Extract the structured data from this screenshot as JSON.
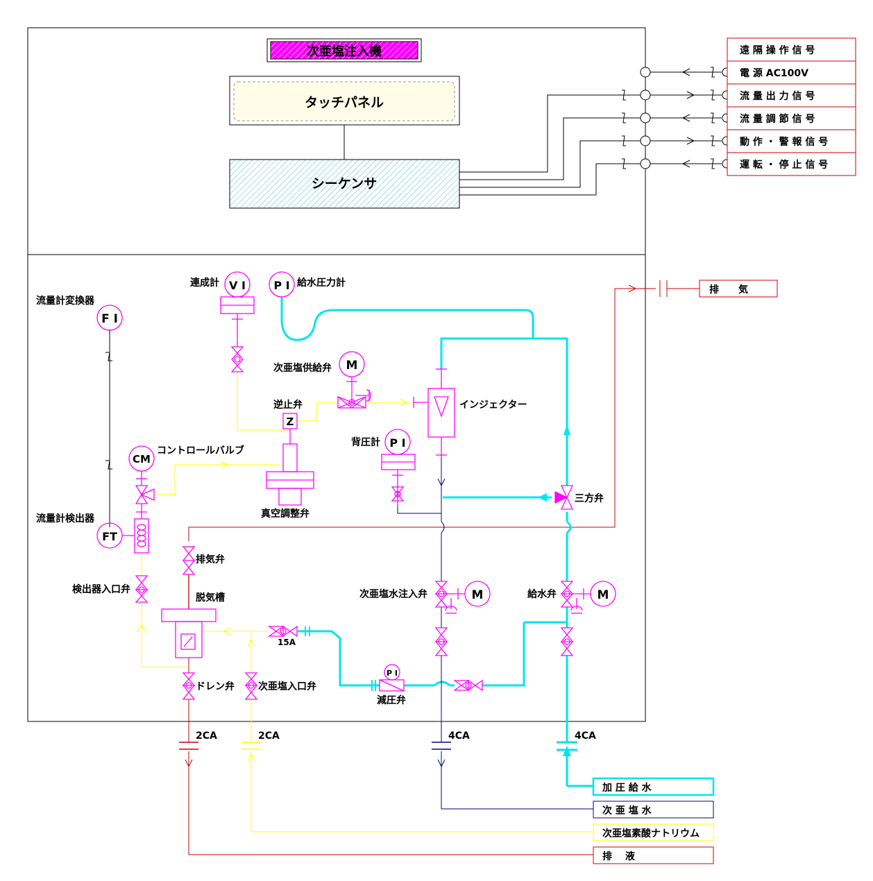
{
  "title": "次亜塩注入機",
  "panel": {
    "touch_panel": "タッチパネル",
    "sequencer": "シーケンサ"
  },
  "signals": [
    {
      "label": "遠 隔 操 作 信 号"
    },
    {
      "label": "電 源  AC100V"
    },
    {
      "label": "流 量 出 力 信 号"
    },
    {
      "label": "流 量 調 節 信 号"
    },
    {
      "label": "動 作 ・ 警 報 信 号"
    },
    {
      "label": "運 転 ・ 停 止 信 号"
    }
  ],
  "instruments": {
    "flow_converter_label": "流量計変換器",
    "flow_converter_tag": "F I",
    "compound_gauge_label": "連成計",
    "compound_gauge_tag": "V I",
    "feed_pressure_label": "給水圧力計",
    "feed_pressure_tag": "P I",
    "hypo_supply_valve": "次亜塩供給弁",
    "motor_tag": "M",
    "check_valve": "逆止弁",
    "check_valve_tag": "Z",
    "injector": "インジェクター",
    "back_pressure_label": "背圧計",
    "back_pressure_tag": "P I",
    "cm_tag": "CM",
    "control_valve": "コントロールバルブ",
    "vacuum_valve": "真空調整弁",
    "three_way_valve": "三方弁",
    "flow_detector_label": "流量計検出器",
    "flow_detector_tag": "FT",
    "vent_valve": "排気弁",
    "detector_inlet_valve": "検出器入口弁",
    "degas_tank": "脱気槽",
    "size_15a": "15A",
    "hypo_water_inject_valve": "次亜塩水注入弁",
    "feed_water_valve": "給水弁",
    "reducing_valve_tag": "P I",
    "reducing_valve": "減圧弁",
    "drain_valve": "ドレン弁",
    "hypo_inlet_valve": "次亜塩入口弁"
  },
  "sizes": {
    "drain": "2CA",
    "hypo_in": "2CA",
    "hypo_out": "4CA",
    "feed": "4CA"
  },
  "exhaust_label": "排　　気",
  "legend": [
    {
      "label": "加 圧 給 水",
      "color": "#00e5ee"
    },
    {
      "label": "次 亜 塩 水",
      "color": "#000080"
    },
    {
      "label": "次亜塩素酸ナトリウム",
      "color": "#ffff00"
    },
    {
      "label": "排　 液",
      "color": "#cc0000"
    }
  ],
  "colors": {
    "pressurized_water": "#00e5ee",
    "hypo_water": "#000080",
    "sodium_hypochlorite": "#ffff00",
    "drain": "#cc0000",
    "instrument": "#ff00ff",
    "signal": "#000000"
  }
}
